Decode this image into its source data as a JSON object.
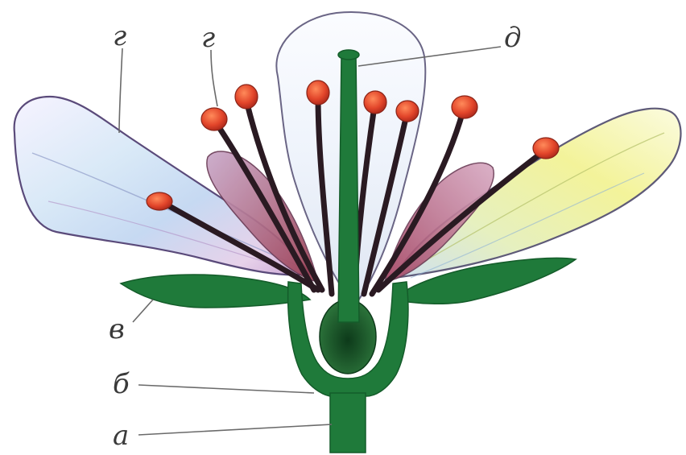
{
  "labels": {
    "a": "а",
    "b": "б",
    "v": "в",
    "g1": "г",
    "g2": "г",
    "d": "д"
  },
  "colors": {
    "stem": "#1f7a3a",
    "stem_dark": "#145c2a",
    "anther": "#e2452a",
    "filament": "#2a1a22",
    "petal_outline": "#5a4a7a",
    "label_text": "#3a3a3a"
  }
}
